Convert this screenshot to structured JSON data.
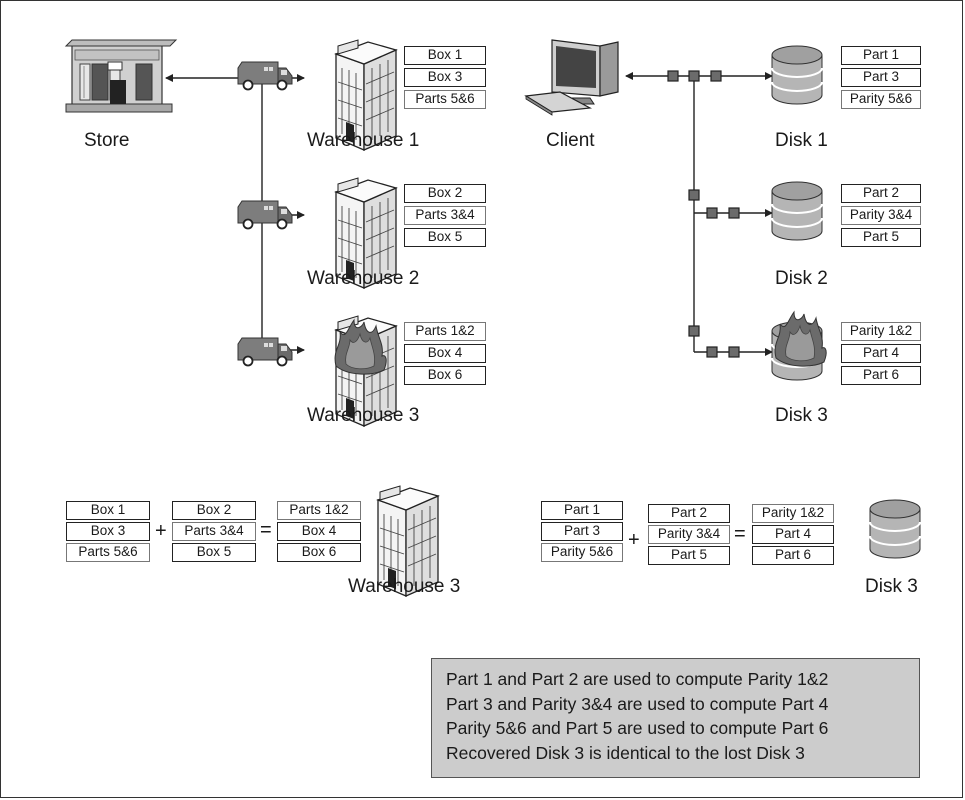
{
  "left": {
    "store_label": "Store",
    "warehouses": [
      {
        "label": "Warehouse 1",
        "boxes": [
          "Box 1",
          "Box 3",
          "Parts 5&6"
        ]
      },
      {
        "label": "Warehouse 2",
        "boxes": [
          "Box 2",
          "Parts 3&4",
          "Box 5"
        ]
      },
      {
        "label": "Warehouse 3",
        "boxes": [
          "Parts 1&2",
          "Box 4",
          "Box 6"
        ]
      }
    ]
  },
  "right": {
    "client_label": "Client",
    "disks": [
      {
        "label": "Disk 1",
        "boxes": [
          "Part 1",
          "Part 3",
          "Parity 5&6"
        ]
      },
      {
        "label": "Disk 2",
        "boxes": [
          "Part 2",
          "Parity 3&4",
          "Part 5"
        ]
      },
      {
        "label": "Disk 3",
        "boxes": [
          "Parity 1&2",
          "Part 4",
          "Part 6"
        ]
      }
    ]
  },
  "warehouse_equation": {
    "col1": [
      "Box 1",
      "Box 3",
      "Parts 5&6"
    ],
    "col2": [
      "Box 2",
      "Parts 3&4",
      "Box 5"
    ],
    "col3": [
      "Parts 1&2",
      "Box 4",
      "Box 6"
    ],
    "plus": "+",
    "equals": "=",
    "result_label": "Warehouse 3"
  },
  "disk_equation": {
    "col1": [
      "Part 1",
      "Part 3",
      "Parity 5&6"
    ],
    "col2": [
      "Part 2",
      "Parity 3&4",
      "Part 5"
    ],
    "col3": [
      "Parity 1&2",
      "Part 4",
      "Part 6"
    ],
    "plus": "+",
    "equals": "=",
    "result_label": "Disk 3"
  },
  "note_lines": [
    "Part 1 and Part 2 are used to compute Parity 1&2",
    "Part 3 and Parity 3&4 are used to compute Part 4",
    "Parity 5&6 and Part 5 are used to compute Part 6",
    "Recovered Disk 3 is identical to the lost Disk 3"
  ],
  "colors": {
    "line": "#222222",
    "building_face": "#f2f2f2",
    "building_side": "#d8d8d8",
    "truck": "#7a7a7a",
    "disk": "#b5b5b5",
    "disk_dark": "#9a9a9a",
    "flame": "#6b6b6b",
    "note_bg": "#cccccc"
  }
}
